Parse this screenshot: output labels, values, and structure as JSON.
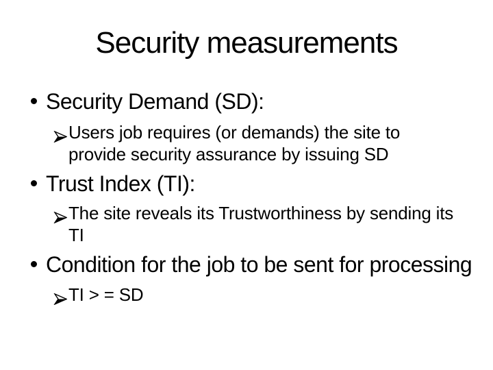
{
  "slide": {
    "title": "Security measurements",
    "bullets": [
      {
        "label": "Security Demand (SD):",
        "subs": [
          {
            "lines": [
              "Users job requires (or demands) the site to",
              "provide security assurance by issuing SD"
            ]
          }
        ]
      },
      {
        "label": "Trust Index (TI):",
        "subs": [
          {
            "lines": [
              "The site reveals its Trustworthiness by sending its",
              "TI"
            ]
          }
        ]
      },
      {
        "label": "Condition for the job to be sent for processing",
        "subs": [
          {
            "lines": [
              "TI > = SD"
            ]
          }
        ]
      }
    ],
    "icons": {
      "bullet": "•",
      "sub_bullet": "➢"
    },
    "colors": {
      "text": "#000000",
      "background": "#ffffff"
    }
  }
}
